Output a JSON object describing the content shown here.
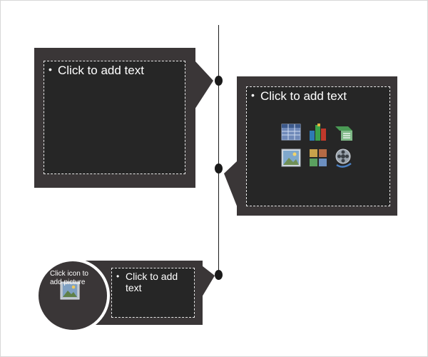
{
  "callouts": {
    "left_top_text": "Click to add text",
    "right_mid_text": "Click to add text",
    "bottom_text": "Click to add text",
    "bottom_bullet": "•",
    "left_bullet": "•",
    "right_bullet": "•"
  },
  "picture_placeholder": {
    "text": "Click icon to add picture"
  },
  "content_icons": [
    "table-icon",
    "chart-icon",
    "smartart-icon",
    "picture-icon",
    "clip-art-icon",
    "media-icon"
  ],
  "colors": {
    "outer_box": "#3a3637",
    "inner_box": "#262626",
    "timeline": "#1a1a1a"
  }
}
